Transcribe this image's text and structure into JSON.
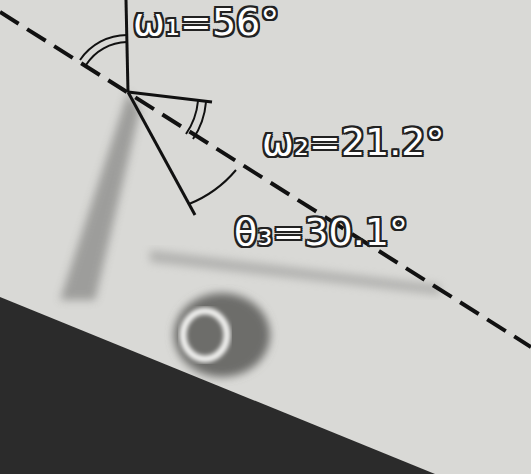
{
  "diagram": {
    "labels": [
      "ω₁=56°",
      "ω₂=21.2°",
      "θ₃=30.1°"
    ]
  }
}
